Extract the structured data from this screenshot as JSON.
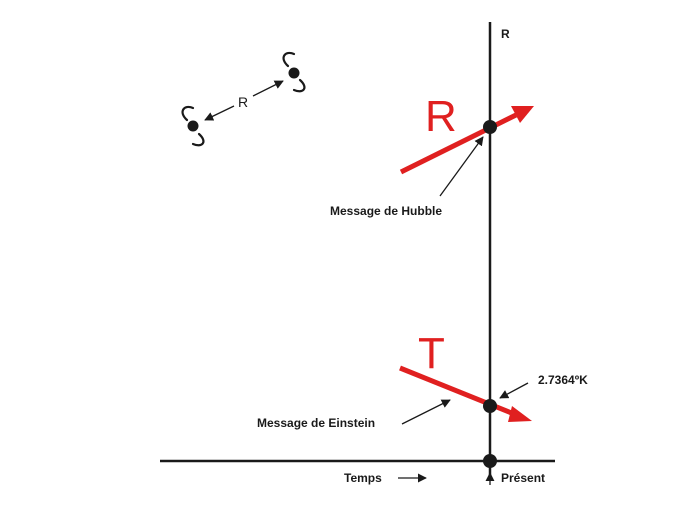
{
  "axes": {
    "vertical_label": "R",
    "time_label": "Temps",
    "present_label": "Présent"
  },
  "markers": {
    "hubble": {
      "letter": "R",
      "message": "Message de Hubble"
    },
    "einstein": {
      "letter": "T",
      "message": "Message de Einstein",
      "temperature": "2.7364ºK"
    }
  },
  "galaxies": {
    "separation_label": "R"
  },
  "colors": {
    "accent": "#e02020",
    "ink": "#1a1a1a"
  }
}
